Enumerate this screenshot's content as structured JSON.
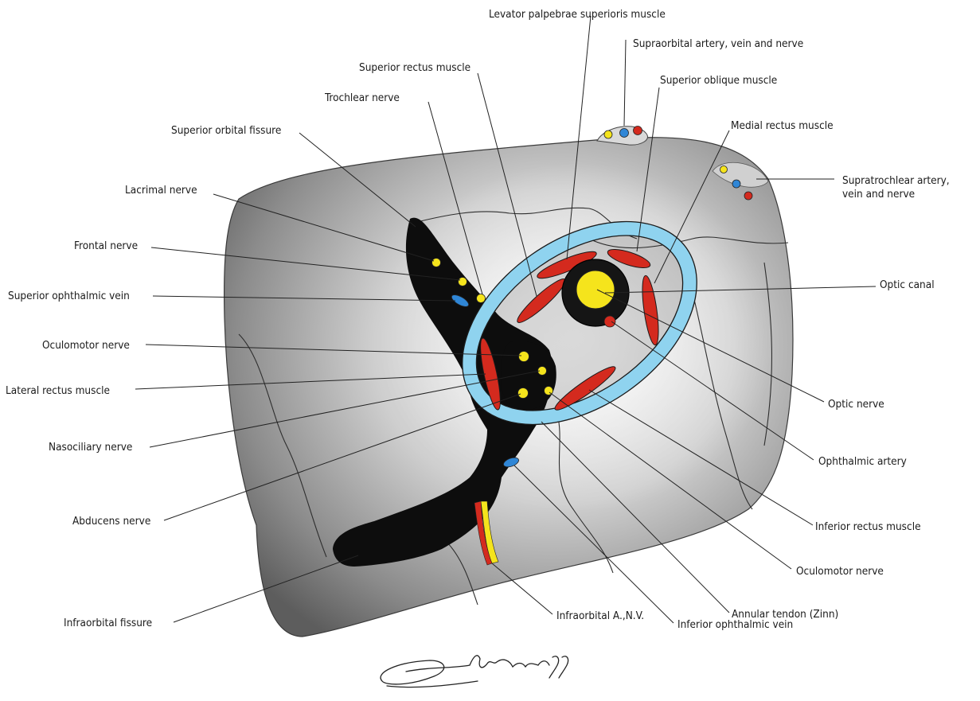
{
  "labels": {
    "levator": "Levator palpebrae superioris muscle",
    "supraorbital": "Supraorbital artery, vein and nerve",
    "superior_rectus": "Superior rectus muscle",
    "superior_oblique": "Superior oblique muscle",
    "trochlear": "Trochlear nerve",
    "medial_rectus": "Medial rectus muscle",
    "sup_orbital_fissure": "Superior orbital fissure",
    "supratrochlear_1": "Supratrochlear artery,",
    "supratrochlear_2": "vein and nerve",
    "lacrimal": "Lacrimal nerve",
    "frontal": "Frontal nerve",
    "sup_ophthalmic_vein": "Superior ophthalmic vein",
    "optic_canal": "Optic canal",
    "oculomotor_left": "Oculomotor nerve",
    "lateral_rectus": "Lateral rectus muscle",
    "optic_nerve": "Optic nerve",
    "nasociliary": "Nasociliary nerve",
    "ophthalmic_artery": "Ophthalmic artery",
    "abducens": "Abducens nerve",
    "inferior_rectus": "Inferior rectus muscle",
    "oculomotor_right": "Oculomotor nerve",
    "infraorbital_fissure": "Infraorbital fissure",
    "annular_tendon": "Annular tendon (Zinn)",
    "infraorbital_anv": "Infraorbital A.,N.V.",
    "inf_ophthalmic_vein": "Inferior ophthalmic vein"
  },
  "signature": "Olivari 99",
  "colors": {
    "bone": "#9a9a9a",
    "fissure": "#0d0d0d",
    "tendon": "#8fd3ef",
    "muscle": "#d42a1e",
    "nerve": "#f5e41c",
    "vein": "#2f86d6",
    "artery": "#d42a1e"
  }
}
